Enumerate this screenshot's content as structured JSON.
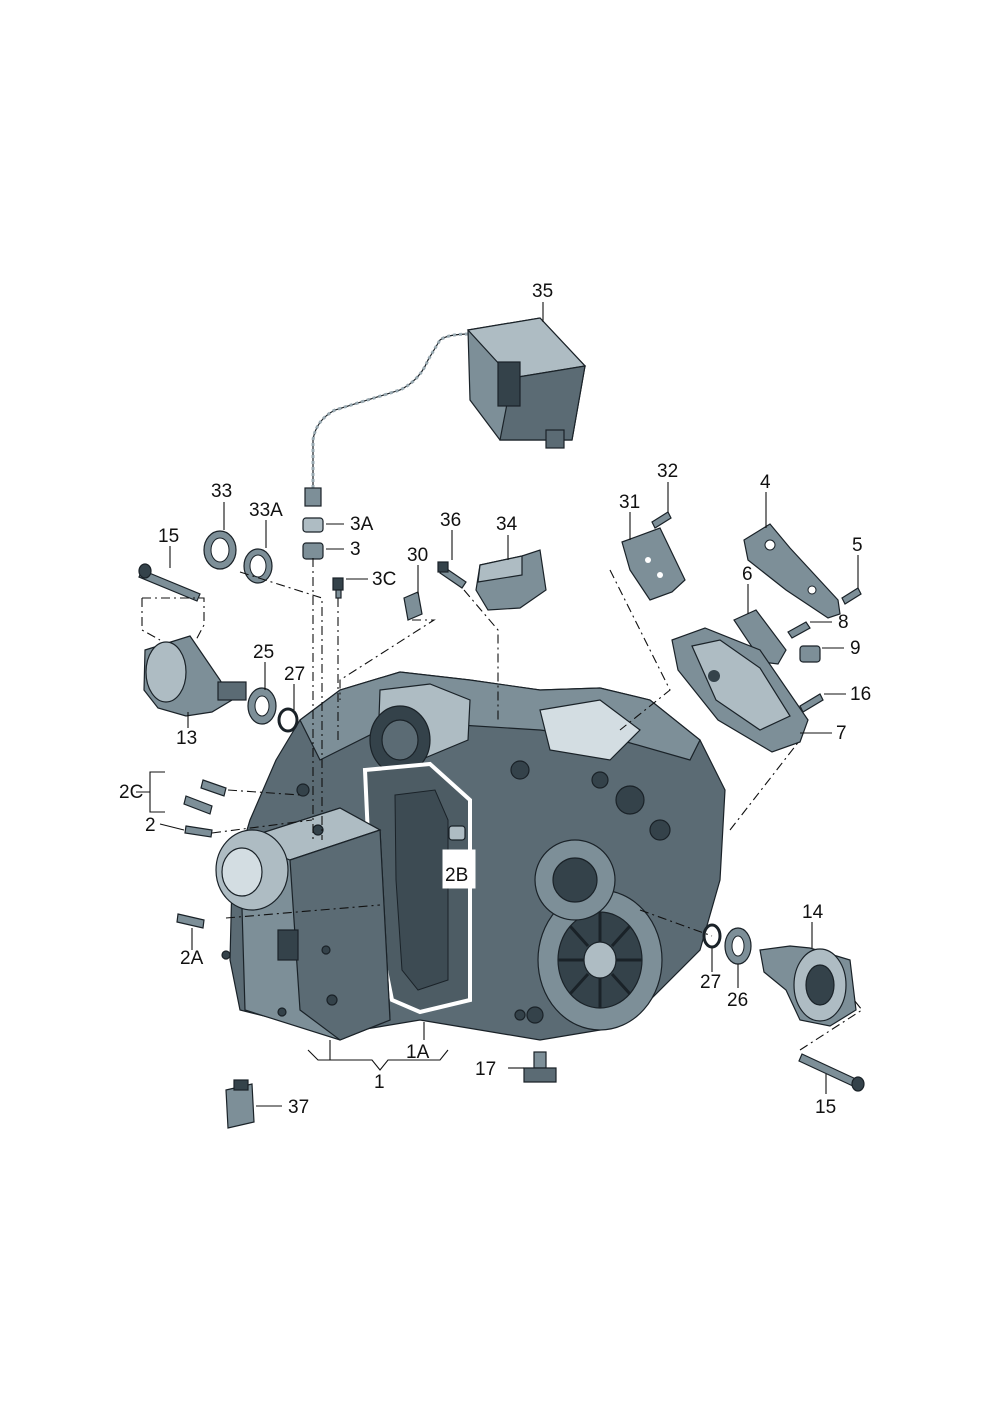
{
  "callouts": {
    "c35": "35",
    "c33": "33",
    "c33A": "33A",
    "c3A": "3A",
    "c3": "3",
    "c3C": "3C",
    "c15a": "15",
    "c36": "36",
    "c34": "34",
    "c30": "30",
    "c32": "32",
    "c31": "31",
    "c4": "4",
    "c5": "5",
    "c6": "6",
    "c8": "8",
    "c9": "9",
    "c16": "16",
    "c7": "7",
    "c25": "25",
    "c27a": "27",
    "c13": "13",
    "c2C": "2C",
    "c2": "2",
    "c2B": "2B",
    "c2A": "2A",
    "c14": "14",
    "c27b": "27",
    "c26": "26",
    "c1A": "1A",
    "c1": "1",
    "c17": "17",
    "c37": "37",
    "c15b": "15"
  },
  "colors": {
    "housing_dark": "#34424a",
    "housing_mid": "#5b6b74",
    "housing_light": "#aebcc3",
    "highlight": "#d3dde2",
    "line": "#111111"
  }
}
